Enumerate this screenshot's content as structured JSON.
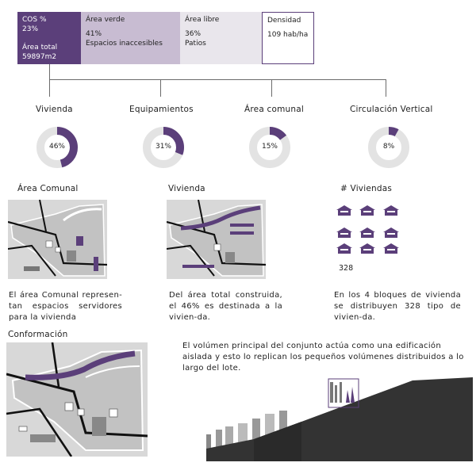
{
  "colors": {
    "accent": "#5b3f7a",
    "accent_mid": "#c8bcd2",
    "accent_light": "#e9e6ec",
    "ring_bg": "#e3e3e3",
    "map_bg": "#d8d8d8"
  },
  "boxes": [
    {
      "title": "COS %",
      "line1": "23%",
      "line2": "Área total",
      "line3": "59897m2"
    },
    {
      "title": "Área verde",
      "line1": "41%",
      "line2": "Espacios inaccesibles"
    },
    {
      "title": "Área libre",
      "line1": "36%",
      "line2": "Patios"
    },
    {
      "title": "Densidad",
      "line1": "109 hab/ha"
    }
  ],
  "categories": [
    {
      "label": "Vivienda",
      "percent_text": "46%",
      "value": 46
    },
    {
      "label": "Equipamientos",
      "percent_text": "31%",
      "value": 31
    },
    {
      "label": "Área comunal",
      "percent_text": "15%",
      "value": 15
    },
    {
      "label": "Circulación Vertical",
      "percent_text": "8%",
      "value": 8
    }
  ],
  "sections": {
    "comunal": {
      "title": "Área Comunal",
      "text": "El área Comunal represen-tan espacios servidores para la vivienda"
    },
    "vivienda": {
      "title": "Vivienda",
      "text": "Del área total construida, el 46% es destinada a la vivien-da."
    },
    "viviendas": {
      "title": "# Viviendas",
      "count": "328",
      "text": "En los 4 bloques de vivienda se distribuyen 328 tipo de vivien-da."
    },
    "conformacion": {
      "title": "Conformación",
      "text": "El volúmen principal del conjunto actúa como una edificación aislada y esto lo replican los pequeños volúmenes distribuidos a lo largo del lote."
    }
  }
}
